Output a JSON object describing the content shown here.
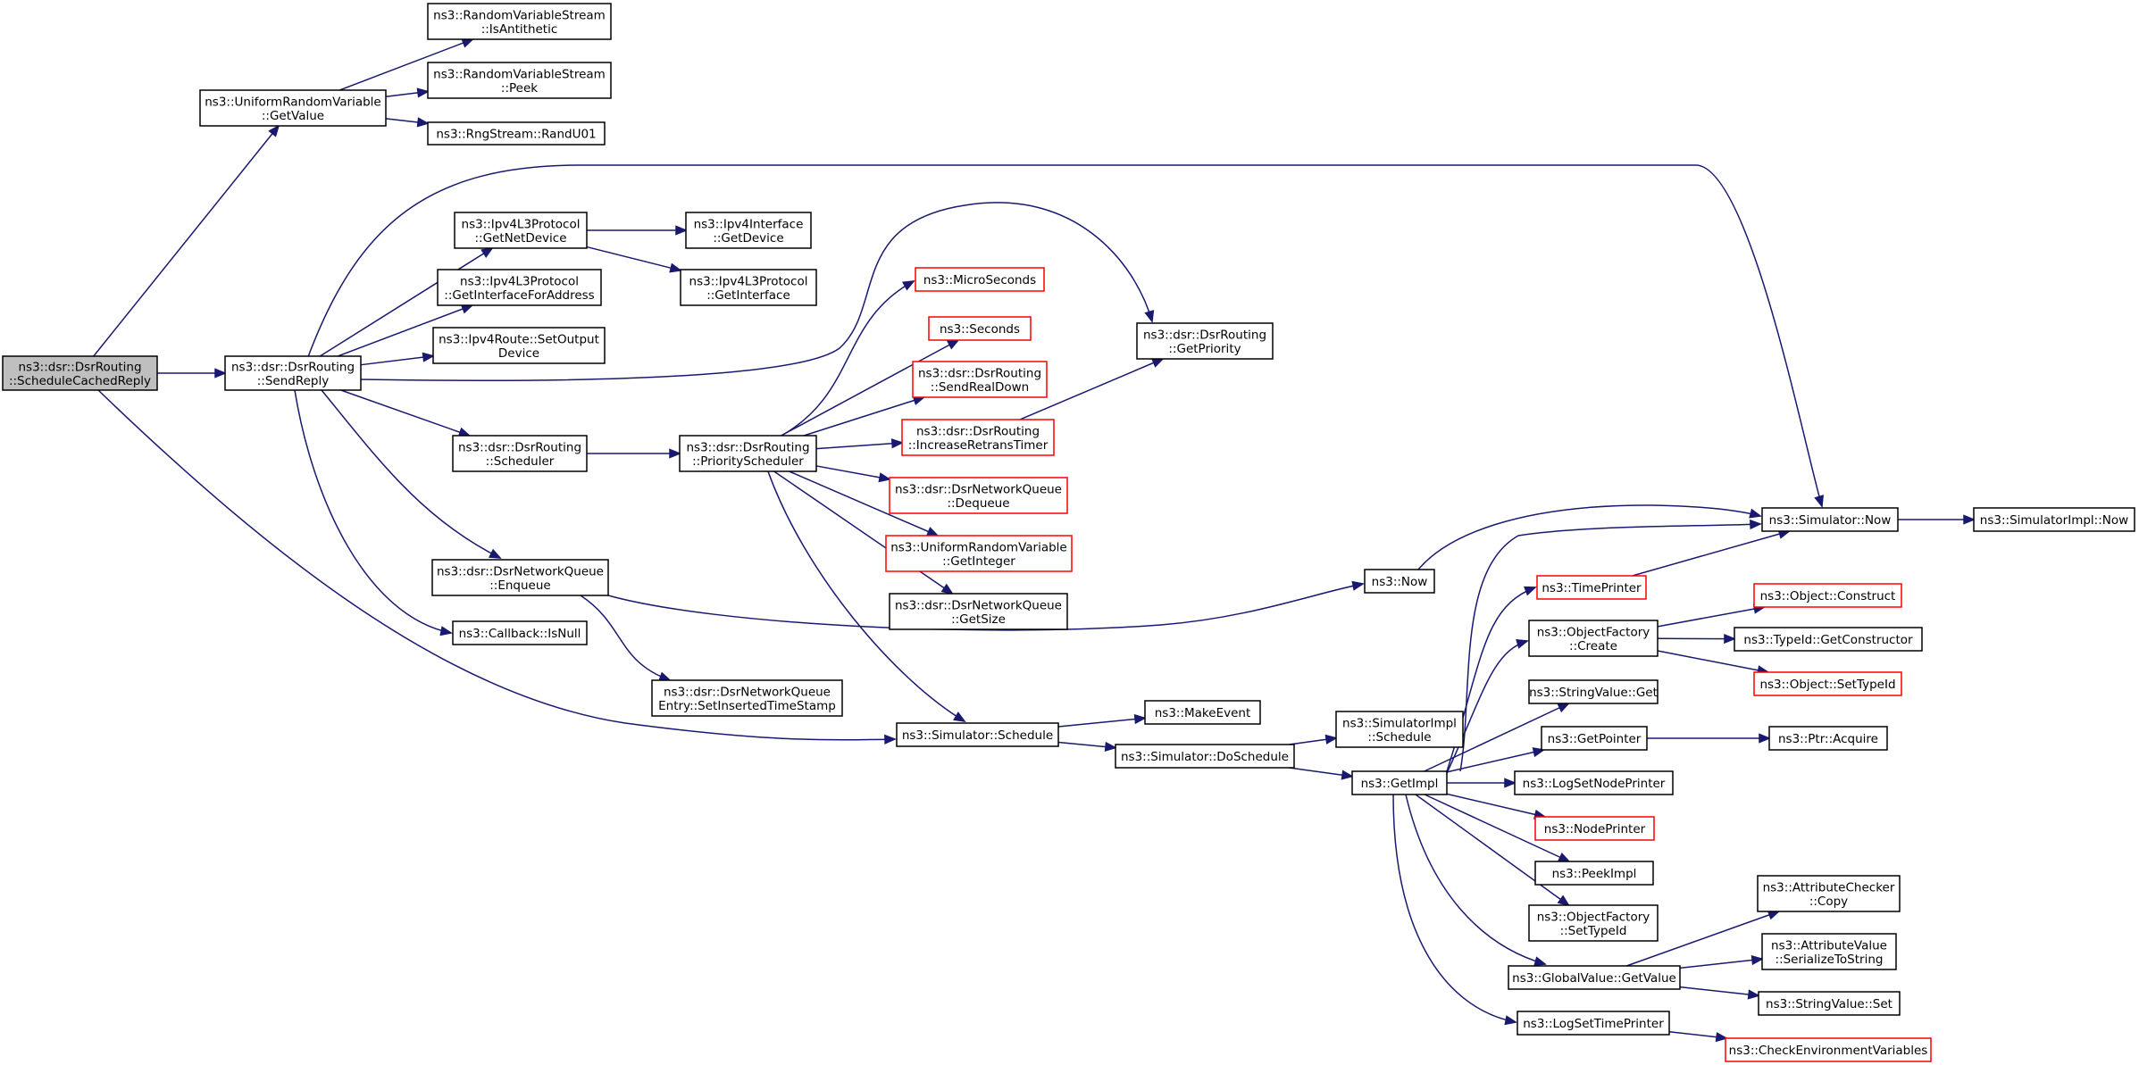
{
  "colors": {
    "edge": "#191970",
    "node_border": "#000000",
    "node_border_missing": "#ff0000",
    "root_fill": "#bfbfbf",
    "node_fill": "#ffffff"
  },
  "nodes": [
    {
      "id": "root",
      "lines": [
        "ns3::dsr::DsrRouting",
        "::ScheduleCachedReply"
      ],
      "style": "root"
    },
    {
      "id": "urv_getvalue",
      "lines": [
        "ns3::UniformRandomVariable",
        "::GetValue"
      ],
      "style": "normal"
    },
    {
      "id": "rvs_isanti",
      "lines": [
        "ns3::RandomVariableStream",
        "::IsAntithetic"
      ],
      "style": "normal"
    },
    {
      "id": "rvs_peek",
      "lines": [
        "ns3::RandomVariableStream",
        "::Peek"
      ],
      "style": "normal"
    },
    {
      "id": "rng_randu01",
      "lines": [
        "ns3::RngStream::RandU01"
      ],
      "style": "normal"
    },
    {
      "id": "sendreply",
      "lines": [
        "ns3::dsr::DsrRouting",
        "::SendReply"
      ],
      "style": "normal"
    },
    {
      "id": "ipv4l3_getnetdevice",
      "lines": [
        "ns3::Ipv4L3Protocol",
        "::GetNetDevice"
      ],
      "style": "normal"
    },
    {
      "id": "ipv4if_getdevice",
      "lines": [
        "ns3::Ipv4Interface",
        "::GetDevice"
      ],
      "style": "normal"
    },
    {
      "id": "ipv4l3_getinterface",
      "lines": [
        "ns3::Ipv4L3Protocol",
        "::GetInterface"
      ],
      "style": "normal"
    },
    {
      "id": "ipv4l3_getifaddr",
      "lines": [
        "ns3::Ipv4L3Protocol",
        "::GetInterfaceForAddress"
      ],
      "style": "normal"
    },
    {
      "id": "ipv4route_setout",
      "lines": [
        "ns3::Ipv4Route::SetOutput",
        "Device"
      ],
      "style": "normal"
    },
    {
      "id": "dsr_scheduler",
      "lines": [
        "ns3::dsr::DsrRouting",
        "::Scheduler"
      ],
      "style": "normal"
    },
    {
      "id": "dsr_priosched",
      "lines": [
        "ns3::dsr::DsrRouting",
        "::PriorityScheduler"
      ],
      "style": "normal"
    },
    {
      "id": "microseconds",
      "lines": [
        "ns3::MicroSeconds"
      ],
      "style": "missing"
    },
    {
      "id": "seconds",
      "lines": [
        "ns3::Seconds"
      ],
      "style": "missing"
    },
    {
      "id": "sendrealdown",
      "lines": [
        "ns3::dsr::DsrRouting",
        "::SendRealDown"
      ],
      "style": "missing"
    },
    {
      "id": "incretrans",
      "lines": [
        "ns3::dsr::DsrRouting",
        "::IncreaseRetransTimer"
      ],
      "style": "missing"
    },
    {
      "id": "dnq_dequeue",
      "lines": [
        "ns3::dsr::DsrNetworkQueue",
        "::Dequeue"
      ],
      "style": "missing"
    },
    {
      "id": "urv_getinteger",
      "lines": [
        "ns3::UniformRandomVariable",
        "::GetInteger"
      ],
      "style": "missing"
    },
    {
      "id": "dnq_getsize",
      "lines": [
        "ns3::dsr::DsrNetworkQueue",
        "::GetSize"
      ],
      "style": "normal"
    },
    {
      "id": "dsr_getpriority",
      "lines": [
        "ns3::dsr::DsrRouting",
        "::GetPriority"
      ],
      "style": "normal"
    },
    {
      "id": "dnq_enqueue",
      "lines": [
        "ns3::dsr::DsrNetworkQueue",
        "::Enqueue"
      ],
      "style": "normal"
    },
    {
      "id": "cb_isnull",
      "lines": [
        "ns3::Callback::IsNull"
      ],
      "style": "normal"
    },
    {
      "id": "dnqe_setins",
      "lines": [
        "ns3::dsr::DsrNetworkQueue",
        "Entry::SetInsertedTimeStamp"
      ],
      "style": "normal"
    },
    {
      "id": "sim_schedule",
      "lines": [
        "ns3::Simulator::Schedule"
      ],
      "style": "normal"
    },
    {
      "id": "makeevent",
      "lines": [
        "ns3::MakeEvent"
      ],
      "style": "normal"
    },
    {
      "id": "sim_doschedule",
      "lines": [
        "ns3::Simulator::DoSchedule"
      ],
      "style": "normal"
    },
    {
      "id": "simimpl_schedule",
      "lines": [
        "ns3::SimulatorImpl",
        "::Schedule"
      ],
      "style": "normal"
    },
    {
      "id": "getimpl",
      "lines": [
        "ns3::GetImpl"
      ],
      "style": "normal"
    },
    {
      "id": "now",
      "lines": [
        "ns3::Now"
      ],
      "style": "normal"
    },
    {
      "id": "sim_now",
      "lines": [
        "ns3::Simulator::Now"
      ],
      "style": "normal"
    },
    {
      "id": "simimpl_now",
      "lines": [
        "ns3::SimulatorImpl::Now"
      ],
      "style": "normal"
    },
    {
      "id": "timeprinter",
      "lines": [
        "ns3::TimePrinter"
      ],
      "style": "missing"
    },
    {
      "id": "of_create",
      "lines": [
        "ns3::ObjectFactory",
        "::Create"
      ],
      "style": "normal"
    },
    {
      "id": "obj_construct",
      "lines": [
        "ns3::Object::Construct"
      ],
      "style": "missing"
    },
    {
      "id": "typeid_getctor",
      "lines": [
        "ns3::TypeId::GetConstructor"
      ],
      "style": "normal"
    },
    {
      "id": "obj_settypeid",
      "lines": [
        "ns3::Object::SetTypeId"
      ],
      "style": "missing"
    },
    {
      "id": "stringvalue_get",
      "lines": [
        "ns3::StringValue::Get"
      ],
      "style": "normal"
    },
    {
      "id": "getpointer",
      "lines": [
        "ns3::GetPointer"
      ],
      "style": "normal"
    },
    {
      "id": "ptr_acquire",
      "lines": [
        "ns3::Ptr::Acquire"
      ],
      "style": "normal"
    },
    {
      "id": "logsetnodeprinter",
      "lines": [
        "ns3::LogSetNodePrinter"
      ],
      "style": "normal"
    },
    {
      "id": "nodeprinter",
      "lines": [
        "ns3::NodePrinter"
      ],
      "style": "missing"
    },
    {
      "id": "peekimpl",
      "lines": [
        "ns3::PeekImpl"
      ],
      "style": "normal"
    },
    {
      "id": "of_settypeid",
      "lines": [
        "ns3::ObjectFactory",
        "::SetTypeId"
      ],
      "style": "normal"
    },
    {
      "id": "gv_getvalue",
      "lines": [
        "ns3::GlobalValue::GetValue"
      ],
      "style": "normal"
    },
    {
      "id": "attrchecker_copy",
      "lines": [
        "ns3::AttributeChecker",
        "::Copy"
      ],
      "style": "normal"
    },
    {
      "id": "attrvalue_ser",
      "lines": [
        "ns3::AttributeValue",
        "::SerializeToString"
      ],
      "style": "normal"
    },
    {
      "id": "stringvalue_set",
      "lines": [
        "ns3::StringValue::Set"
      ],
      "style": "normal"
    },
    {
      "id": "logsettimeprinter",
      "lines": [
        "ns3::LogSetTimePrinter"
      ],
      "style": "normal"
    },
    {
      "id": "checkenv",
      "lines": [
        "ns3::CheckEnvironmentVariables"
      ],
      "style": "missing"
    }
  ],
  "edges": [
    [
      "root",
      "urv_getvalue"
    ],
    [
      "root",
      "sendreply"
    ],
    [
      "root",
      "sim_schedule"
    ],
    [
      "urv_getvalue",
      "rvs_isanti"
    ],
    [
      "urv_getvalue",
      "rvs_peek"
    ],
    [
      "urv_getvalue",
      "rng_randu01"
    ],
    [
      "sendreply",
      "ipv4l3_getnetdevice"
    ],
    [
      "sendreply",
      "ipv4l3_getifaddr"
    ],
    [
      "sendreply",
      "ipv4route_setout"
    ],
    [
      "sendreply",
      "dsr_scheduler"
    ],
    [
      "sendreply",
      "dnq_enqueue"
    ],
    [
      "sendreply",
      "cb_isnull"
    ],
    [
      "sendreply",
      "sim_now"
    ],
    [
      "sendreply",
      "dsr_getpriority"
    ],
    [
      "ipv4l3_getnetdevice",
      "ipv4if_getdevice"
    ],
    [
      "ipv4l3_getnetdevice",
      "ipv4l3_getinterface"
    ],
    [
      "dsr_scheduler",
      "dsr_priosched"
    ],
    [
      "dsr_priosched",
      "microseconds"
    ],
    [
      "dsr_priosched",
      "seconds"
    ],
    [
      "dsr_priosched",
      "sendrealdown"
    ],
    [
      "dsr_priosched",
      "incretrans"
    ],
    [
      "dsr_priosched",
      "dnq_dequeue"
    ],
    [
      "dsr_priosched",
      "urv_getinteger"
    ],
    [
      "dsr_priosched",
      "dnq_getsize"
    ],
    [
      "dsr_priosched",
      "sim_schedule"
    ],
    [
      "incretrans",
      "dsr_getpriority"
    ],
    [
      "dnq_enqueue",
      "dnqe_setins"
    ],
    [
      "dnq_enqueue",
      "now"
    ],
    [
      "now",
      "sim_now"
    ],
    [
      "sim_schedule",
      "makeevent"
    ],
    [
      "sim_schedule",
      "sim_doschedule"
    ],
    [
      "sim_doschedule",
      "simimpl_schedule"
    ],
    [
      "sim_doschedule",
      "getimpl"
    ],
    [
      "sim_now",
      "simimpl_now"
    ],
    [
      "getimpl",
      "sim_now"
    ],
    [
      "getimpl",
      "timeprinter"
    ],
    [
      "getimpl",
      "of_create"
    ],
    [
      "getimpl",
      "stringvalue_get"
    ],
    [
      "getimpl",
      "getpointer"
    ],
    [
      "getimpl",
      "logsetnodeprinter"
    ],
    [
      "getimpl",
      "nodeprinter"
    ],
    [
      "getimpl",
      "peekimpl"
    ],
    [
      "getimpl",
      "of_settypeid"
    ],
    [
      "getimpl",
      "gv_getvalue"
    ],
    [
      "getimpl",
      "logsettimeprinter"
    ],
    [
      "timeprinter",
      "sim_now"
    ],
    [
      "of_create",
      "obj_construct"
    ],
    [
      "of_create",
      "typeid_getctor"
    ],
    [
      "of_create",
      "obj_settypeid"
    ],
    [
      "getpointer",
      "ptr_acquire"
    ],
    [
      "gv_getvalue",
      "attrchecker_copy"
    ],
    [
      "gv_getvalue",
      "attrvalue_ser"
    ],
    [
      "gv_getvalue",
      "stringvalue_set"
    ],
    [
      "logsettimeprinter",
      "checkenv"
    ]
  ]
}
